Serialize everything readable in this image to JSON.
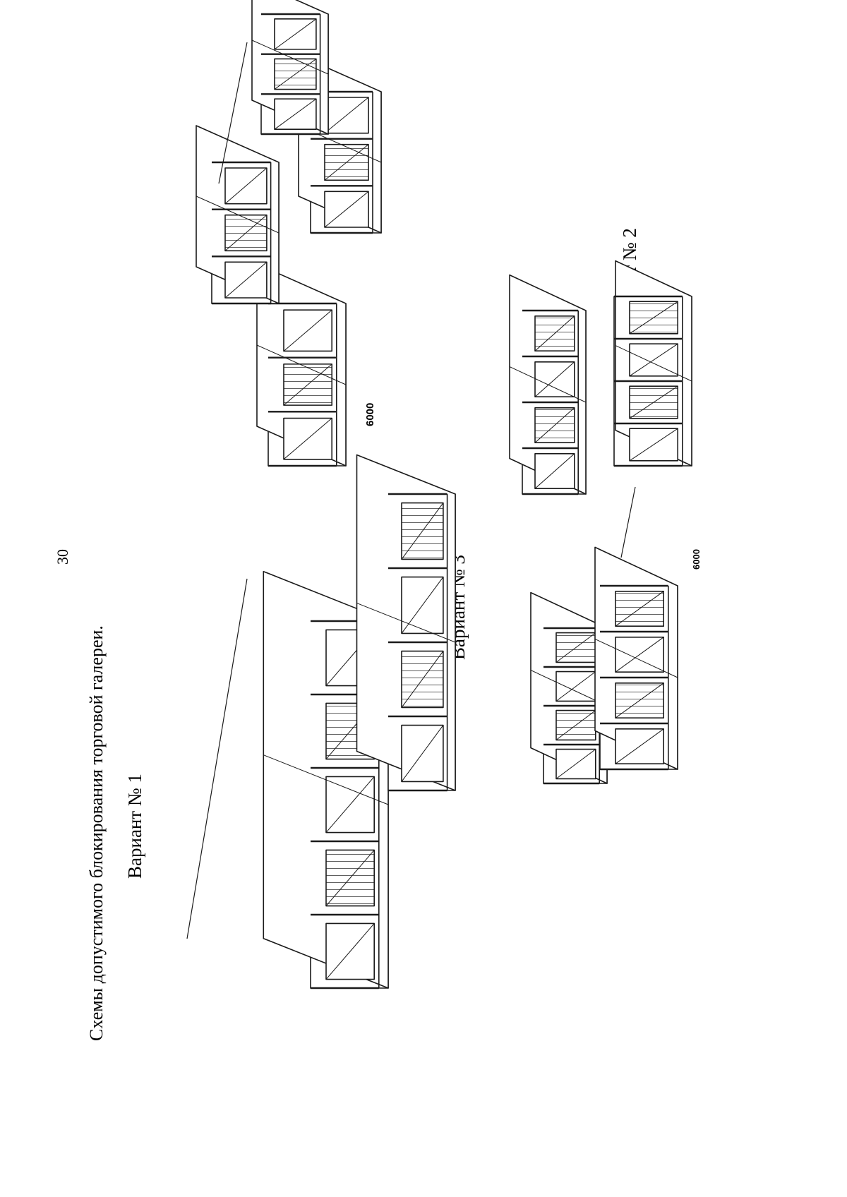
{
  "page_number": "30",
  "title": "Схемы допустимого блокирования торговой галереи.",
  "variants": [
    {
      "label": "Вариант № 1",
      "dimension": "6000"
    },
    {
      "label": "Вариант № 2",
      "dimensions": [
        "6000",
        "6000"
      ]
    },
    {
      "label": "Вариант № 3",
      "dimension": "6000"
    }
  ],
  "colors": {
    "ink": "#1a1a1a",
    "paper": "#ffffff"
  }
}
